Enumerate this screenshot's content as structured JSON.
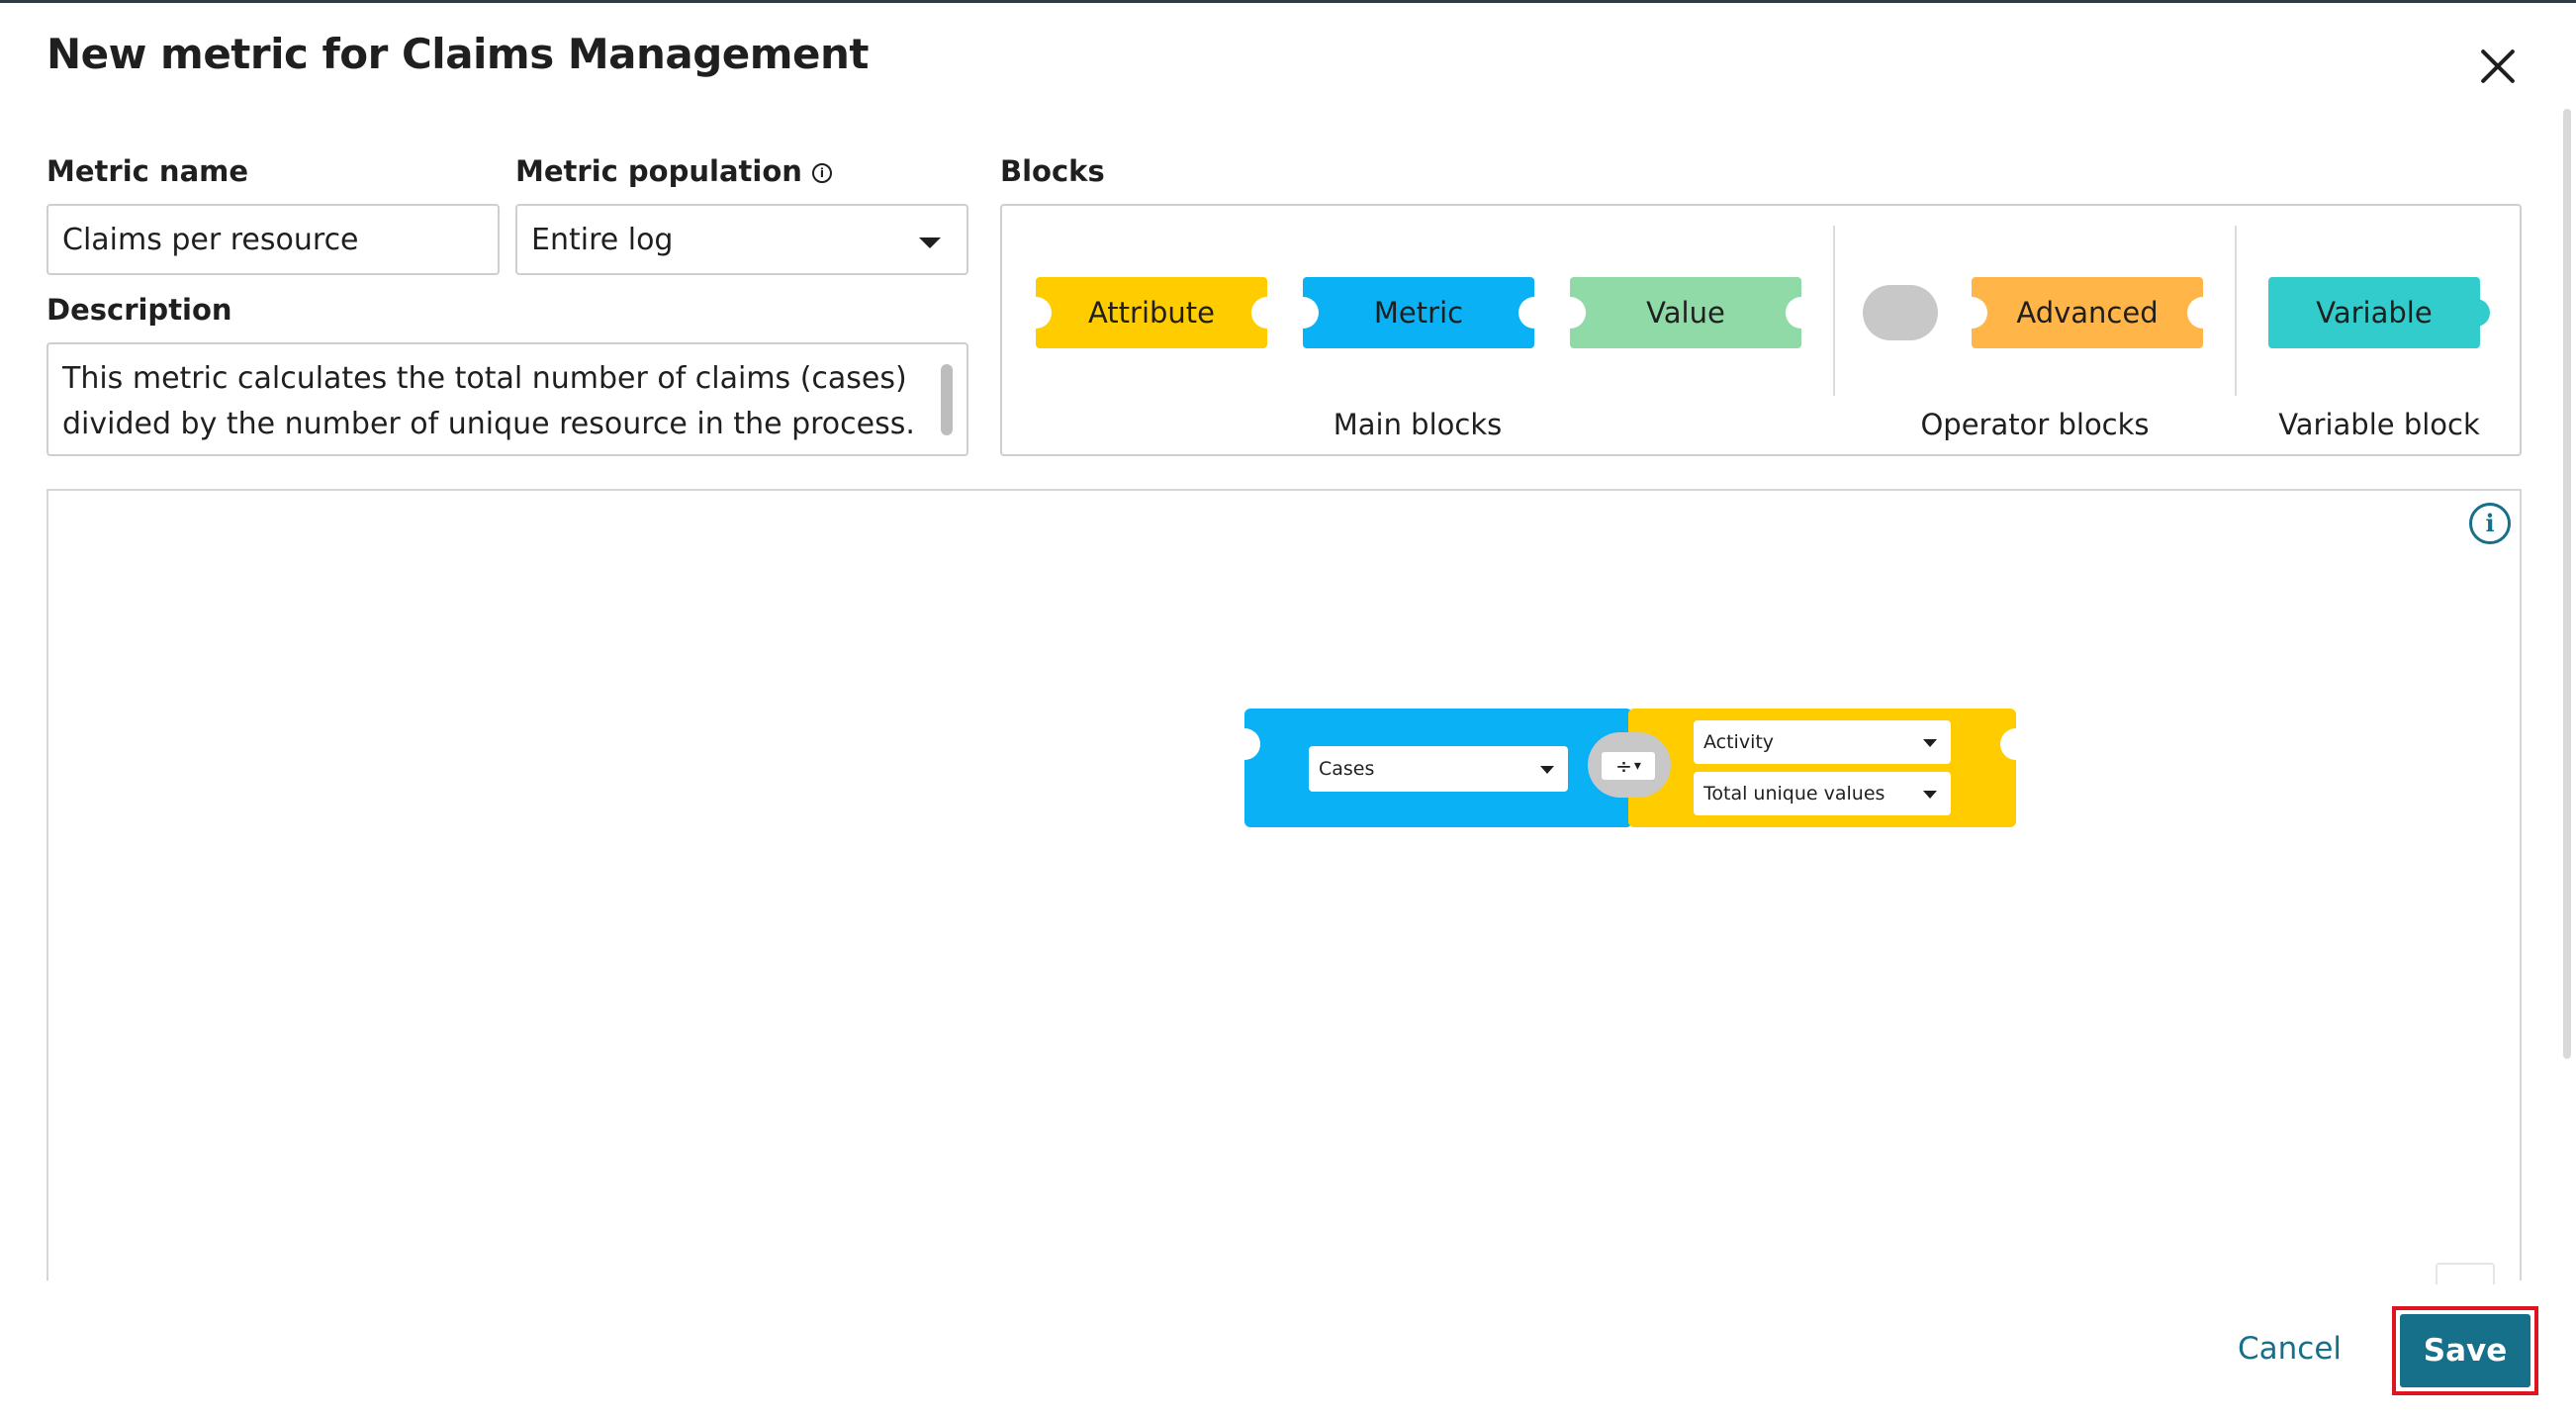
{
  "dialog": {
    "title": "New metric for Claims Management"
  },
  "form": {
    "metric_name_label": "Metric name",
    "metric_name_value": "Claims per resource",
    "population_label": "Metric population",
    "population_info_glyph": "i",
    "population_value": "Entire log",
    "description_label": "Description",
    "description_value": "This metric calculates the total number of claims (cases) divided by the number of unique resource in the process."
  },
  "blocks": {
    "label": "Blocks",
    "main": {
      "group_label": "Main blocks",
      "items": [
        "Attribute",
        "Metric",
        "Value"
      ]
    },
    "operator": {
      "group_label": "Operator blocks",
      "items": [
        "Advanced"
      ]
    },
    "variable": {
      "group_label": "Variable block",
      "items": [
        "Variable"
      ]
    }
  },
  "workspace": {
    "info_glyph": "i",
    "metric_block": {
      "selected": "Cases"
    },
    "operator": {
      "symbol": "÷",
      "caret": "▾"
    },
    "attribute_block": {
      "attribute": "Activity",
      "aggregation": "Total unique values"
    }
  },
  "footer": {
    "cancel_label": "Cancel",
    "save_label": "Save"
  },
  "colors": {
    "attribute": "#ffcc00",
    "metric": "#0bb1f5",
    "value": "#8fdaa6",
    "advanced": "#ffb548",
    "variable": "#33cccc",
    "operator": "#c8c8c8",
    "primary": "#17708a",
    "highlight": "#e0141e"
  }
}
